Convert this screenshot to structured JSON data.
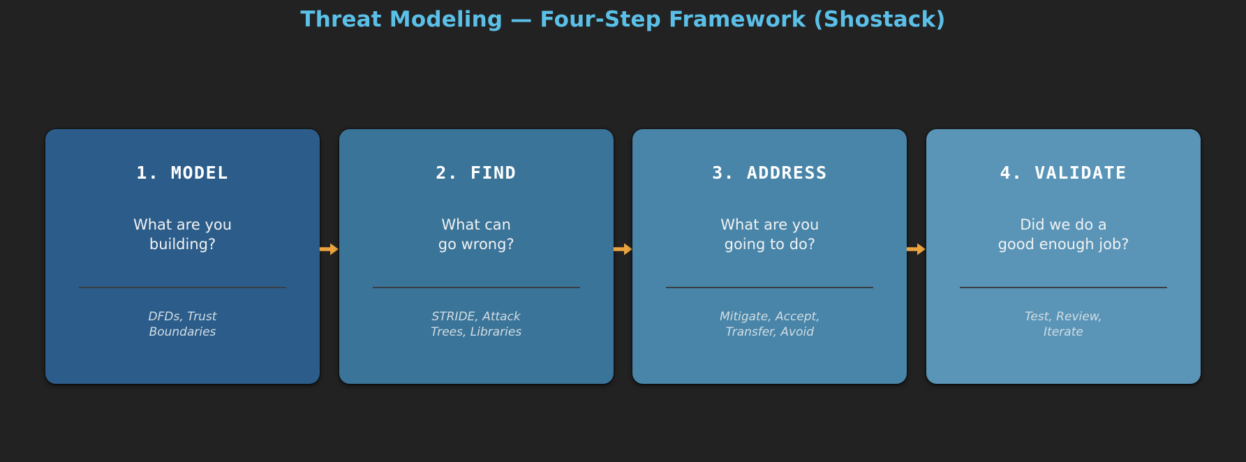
{
  "header": {
    "title": "Threat Modeling — Four-Step Framework (Shostack)",
    "title_color": "#5bc0e8"
  },
  "theme": {
    "background": "#222222",
    "arrow_color": "#eaa33e",
    "divider_color": "#3a3f44",
    "heading_color": "#ffffff",
    "question_color": "#f2f2f2",
    "footnote_color": "#d3dde3"
  },
  "connectors": [
    {
      "name": "arrow-1-to-2",
      "glyph": "arrow-right-icon"
    },
    {
      "name": "arrow-2-to-3",
      "glyph": "arrow-right-icon"
    },
    {
      "name": "arrow-3-to-4",
      "glyph": "arrow-right-icon"
    }
  ],
  "steps": [
    {
      "number": "1",
      "heading": "1. MODEL",
      "question_line1": "What are you",
      "question_line2": "building?",
      "footnote_line1": "DFDs, Trust",
      "footnote_line2": "Boundaries",
      "color": "#2c5d8a"
    },
    {
      "number": "2",
      "heading": "2. FIND",
      "question_line1": "What can",
      "question_line2": "go wrong?",
      "footnote_line1": "STRIDE, Attack",
      "footnote_line2": "Trees, Libraries",
      "color": "#3a7499"
    },
    {
      "number": "3",
      "heading": "3. ADDRESS",
      "question_line1": "What are you",
      "question_line2": "going to do?",
      "footnote_line1": "Mitigate, Accept,",
      "footnote_line2": "Transfer, Avoid",
      "color": "#4885a8"
    },
    {
      "number": "4",
      "heading": "4. VALIDATE",
      "question_line1": "Did we do a",
      "question_line2": "good enough job?",
      "footnote_line1": "Test, Review,",
      "footnote_line2": "Iterate",
      "color": "#5a95b8"
    }
  ]
}
